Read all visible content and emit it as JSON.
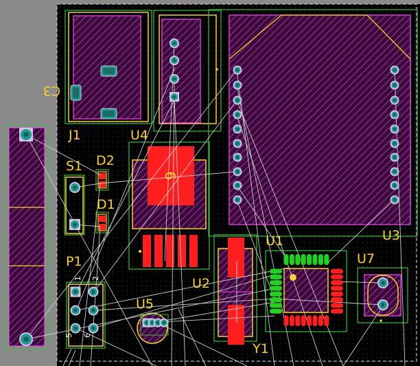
{
  "board": {
    "designators": {
      "j1": "J1",
      "u4": "U4",
      "u3": "U3",
      "s1": "S1",
      "d2": "D2",
      "d1": "D1",
      "p1": "P1",
      "u1": "U1",
      "u2": "U2",
      "u5": "U5",
      "y1": "Y1",
      "u7": "U7",
      "c3_mirrored": "C3"
    },
    "pin_labels": {
      "p1_pin1": "1",
      "p1_pin2": "2",
      "p1_pin5": "5",
      "p1_pin6": "6",
      "u4_package_mark": "6"
    },
    "colors": {
      "background": "#000000",
      "outside": "#8a8a8a",
      "top_copper": "#ff1e1e",
      "silkscreen": "#ffd21a",
      "overlay": "#ff44ff",
      "courtyard": "#35c435",
      "pad": "#1a9b8c",
      "pad_green": "#1ed21e",
      "ratsnest": "#cfcfcf"
    },
    "icons": {
      "hatch": "keepout-hatch-pattern",
      "pad": "through-hole-pad-icon"
    }
  }
}
